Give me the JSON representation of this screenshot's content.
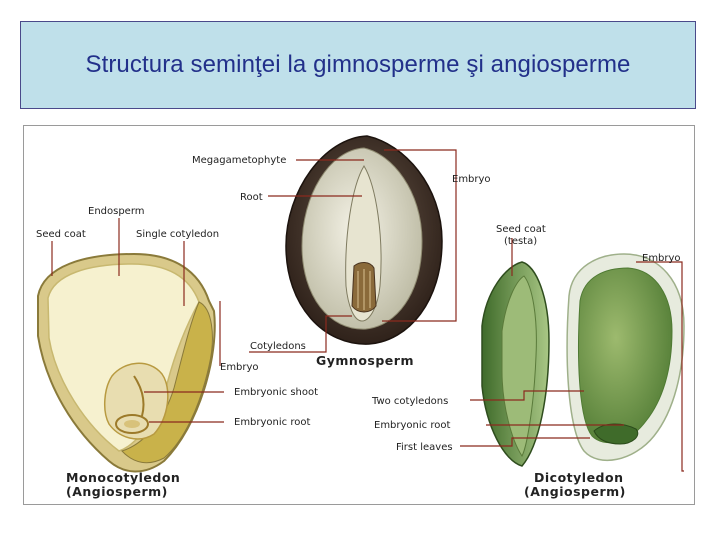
{
  "title": "Structura seminţei la gimnosperme şi angiosperme",
  "colors": {
    "title_bg": "#bfe0ea",
    "title_text": "#22308a",
    "leader_line": "#8b2a1e",
    "seed_coat_dark": "#3a2a22",
    "endosperm_cream": "#f6f1cf",
    "embryo_green": "#6e8f45"
  },
  "figure": {
    "monocot": {
      "labels": {
        "seed_coat": "Seed coat",
        "endosperm": "Endosperm",
        "single_cotyledon": "Single cotyledon",
        "embryo": "Embryo",
        "embryonic_shoot": "Embryonic shoot",
        "embryonic_root": "Embryonic root"
      },
      "caption_line1": "Monocotyledon",
      "caption_line2": "(Angiosperm)"
    },
    "gymnosperm": {
      "labels": {
        "megagametophyte": "Megagametophyte",
        "root": "Root",
        "embryo": "Embryo",
        "cotyledons": "Cotyledons"
      },
      "caption": "Gymnosperm"
    },
    "dicot": {
      "labels": {
        "seed_coat_line1": "Seed coat",
        "seed_coat_line2": "(testa)",
        "embryo": "Embryo",
        "two_cotyledons": "Two cotyledons",
        "embryonic_root": "Embryonic root",
        "first_leaves": "First leaves"
      },
      "caption_line1": "Dicotyledon",
      "caption_line2": "(Angiosperm)"
    }
  }
}
